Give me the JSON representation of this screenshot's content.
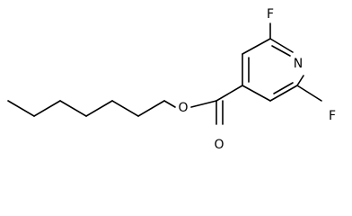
{
  "molecule": {
    "atoms": {
      "fluorine_top": "F",
      "nitrogen": "N",
      "fluorine_bottom": "F",
      "oxygen_ester": "O",
      "oxygen_carbonyl": "O"
    }
  },
  "colors": {
    "bond": "#000000",
    "label": "#000000",
    "background": "#ffffff"
  }
}
